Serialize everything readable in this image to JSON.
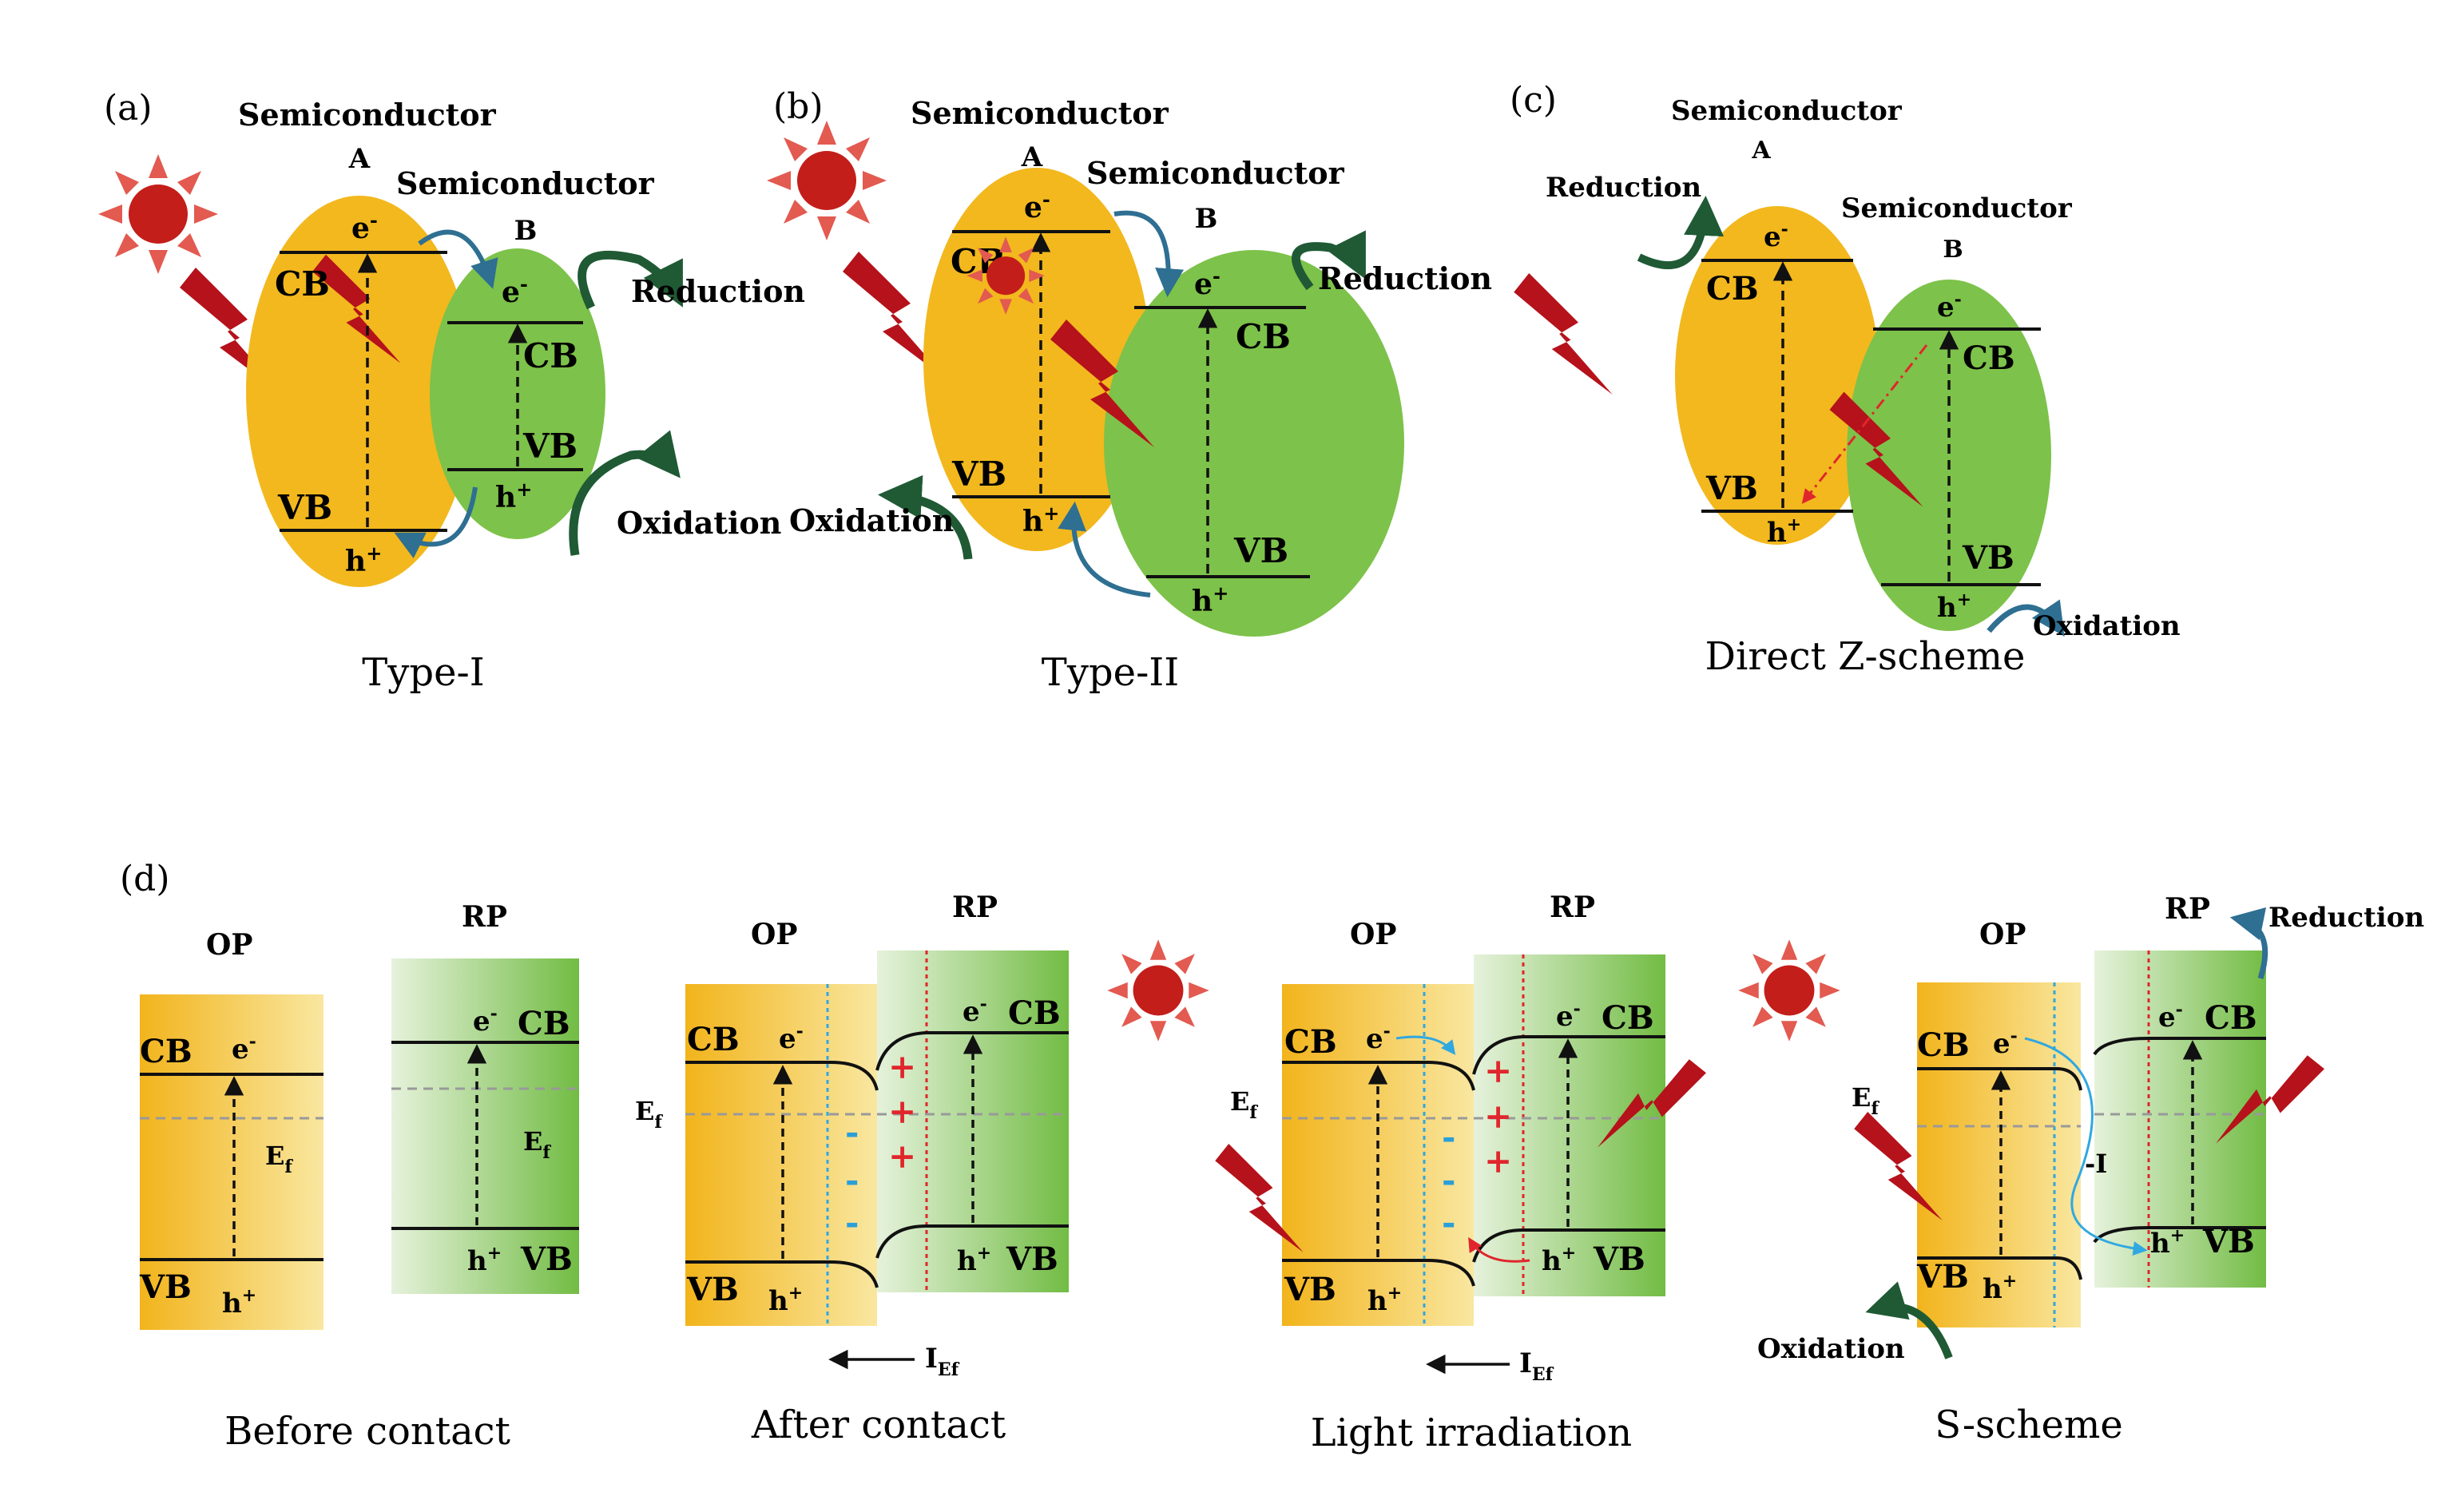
{
  "colors": {
    "orange": "#F2B81E",
    "green": "#7DC24A",
    "dark_green": "#1F5A34",
    "arrow_blue": "#2E6F92",
    "light_blue": "#30A8E0",
    "sun": "#C41E1A",
    "bolt": "#B5121B",
    "plus": "#E0262C",
    "minus": "#2A9FD8",
    "fermi_dash": "#999999"
  },
  "panel_a": {
    "tag": "(a)",
    "semi_a_line1": "Semiconductor",
    "semi_a_line2": "A",
    "semi_b_line1": "Semiconductor",
    "semi_b_line2": "B",
    "cb": "CB",
    "vb": "VB",
    "e": "e",
    "h": "h",
    "reduction": "Reduction",
    "oxidation": "Oxidation",
    "caption": "Type-I"
  },
  "panel_b": {
    "tag": "(b)",
    "semi_a_line1": "Semiconductor",
    "semi_a_line2": "A",
    "semi_b_line1": "Semiconductor",
    "semi_b_line2": "B",
    "cb": "CB",
    "vb": "VB",
    "e": "e",
    "h": "h",
    "reduction": "Reduction",
    "oxidation": "Oxidation",
    "caption": "Type-II"
  },
  "panel_c": {
    "tag": "(c)",
    "semi_a_line1": "Semiconductor",
    "semi_a_line2": "A",
    "semi_b_line1": "Semiconductor",
    "semi_b_line2": "B",
    "cb": "CB",
    "vb": "VB",
    "e": "e",
    "h": "h",
    "reduction": "Reduction",
    "oxidation": "Oxidation",
    "caption": "Direct Z-scheme"
  },
  "panel_d": {
    "tag": "(d)",
    "op": "OP",
    "rp": "RP",
    "cb": "CB",
    "vb": "VB",
    "e": "e",
    "h": "h",
    "ef_main": "E",
    "ef_sub": "f",
    "ief_main": "I",
    "ief_sub": "Ef",
    "minus_i": "-I",
    "reduction": "Reduction",
    "oxidation": "Oxidation",
    "minus_sign": "-",
    "plus_sign": "+",
    "sup_minus": "-",
    "sup_plus": "+",
    "captions": [
      "Before contact",
      "After contact",
      "Light irradiation",
      "S-scheme"
    ]
  }
}
